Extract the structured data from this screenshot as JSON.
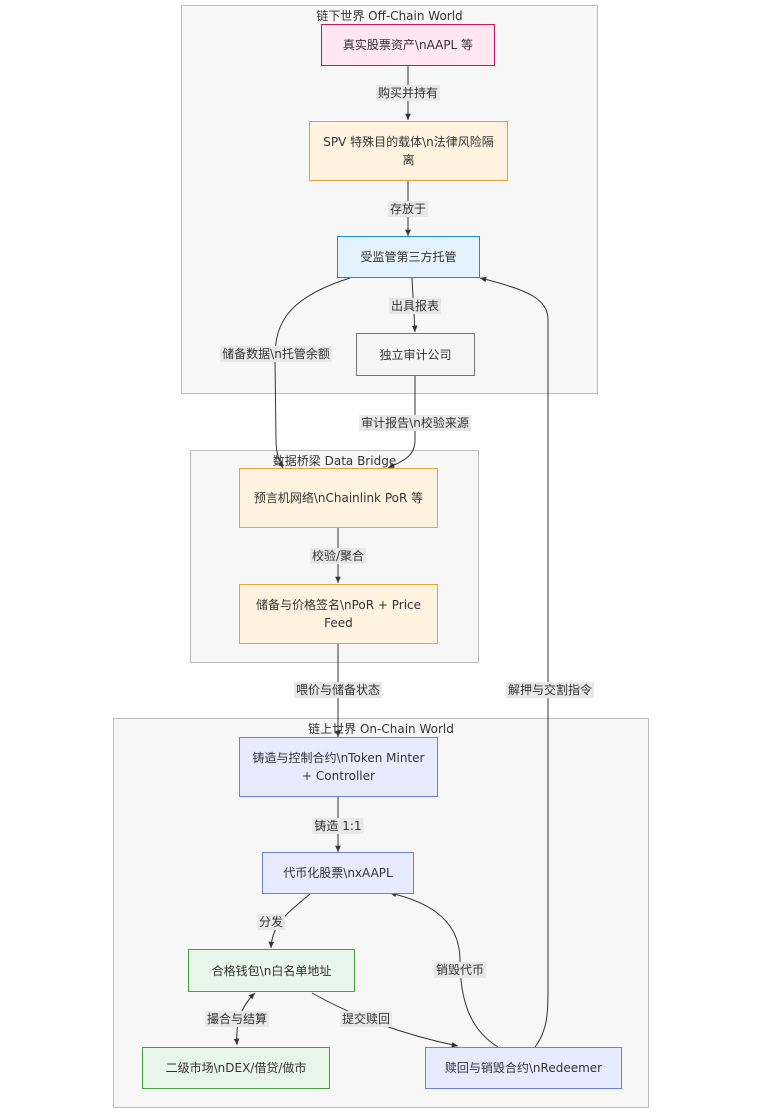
{
  "clusters": {
    "offchain": {
      "title": "链下世界 Off-Chain World"
    },
    "bridge": {
      "title": "数据桥梁 Data Bridge"
    },
    "onchain": {
      "title": "链上世界 On-Chain World"
    }
  },
  "nodes": {
    "real_assets": {
      "label": "真实股票资产\\nAAPL 等"
    },
    "spv": {
      "label": "SPV 特殊目的载体\\n法律风险隔离"
    },
    "custody": {
      "label": "受监管第三方托管"
    },
    "auditor": {
      "label": "独立审计公司"
    },
    "oracle": {
      "label": "预言机网络\\nChainlink PoR 等"
    },
    "signature": {
      "label": "储备与价格签名\\nPoR + Price Feed"
    },
    "minter": {
      "label": "铸造与控制合约\\nToken Minter + Controller"
    },
    "token": {
      "label": "代币化股票\\nxAAPL"
    },
    "wallet": {
      "label": "合格钱包\\n白名单地址"
    },
    "market": {
      "label": "二级市场\\nDEX/借贷/做市"
    },
    "redeemer": {
      "label": "赎回与销毁合约\\nRedeemer"
    }
  },
  "edges": {
    "buy_hold": "购买并持有",
    "deposit": "存放于",
    "report": "出具报表",
    "reserve_data": "储备数据\\n托管余额",
    "audit_report": "审计报告\\n校验来源",
    "verify": "校验/聚合",
    "feed": "喂价与储备状态",
    "mint": "铸造 1:1",
    "distribute": "分发",
    "match": "撮合与结算",
    "submit_redeem": "提交赎回",
    "burn": "销毁代币",
    "release": "解押与交割指令"
  },
  "colors": {
    "pink_fill": "#ffe6f0",
    "pink_stroke": "#c2185b",
    "orange_fill": "#fff3e0",
    "orange_stroke": "#e6a23c",
    "blue_fill": "#e3f2fd",
    "blue_stroke": "#1e88e5",
    "gray_fill": "#f5f5f5",
    "gray_stroke": "#757575",
    "lavender_fill": "#e8ebff",
    "lavender_stroke": "#6b7fe0",
    "green_fill": "#e8f5e9",
    "green_stroke": "#43a047",
    "edge": "#333333"
  }
}
